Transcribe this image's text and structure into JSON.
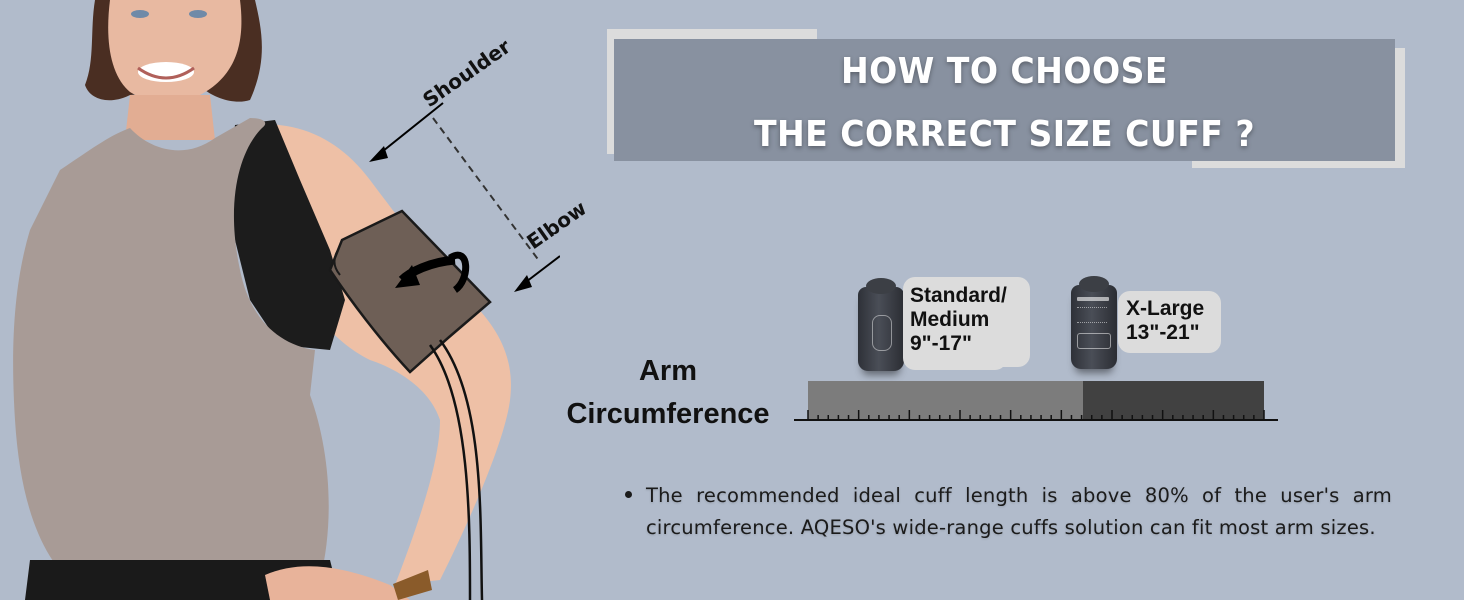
{
  "title": {
    "line1": "HOW TO CHOOSE",
    "line2": "THE CORRECT SIZE CUFF ?"
  },
  "measurement_labels": {
    "shoulder": "Shoulder",
    "elbow": "Elbow"
  },
  "arm_circumference": {
    "label_line1": "Arm",
    "label_line2": "Circumference"
  },
  "cuff_sizes": [
    {
      "name_line1": "Standard/",
      "name_line2": "Medium",
      "range": "9\"-17\"",
      "bar_color": "#7c7c7c"
    },
    {
      "name_line1": "X-Large",
      "range": "13\"-21\"",
      "bar_color": "#414141"
    }
  ],
  "bullet": {
    "text": "The recommended ideal cuff length is above 80% of the user's arm circumference. AQESO's wide-range cuffs solution can fit most arm sizes."
  },
  "colors": {
    "background": "#b1bbcb",
    "title_panel": "#8891a0",
    "title_frame": "#dcdcdc",
    "bubble": "#dcdcdc"
  }
}
